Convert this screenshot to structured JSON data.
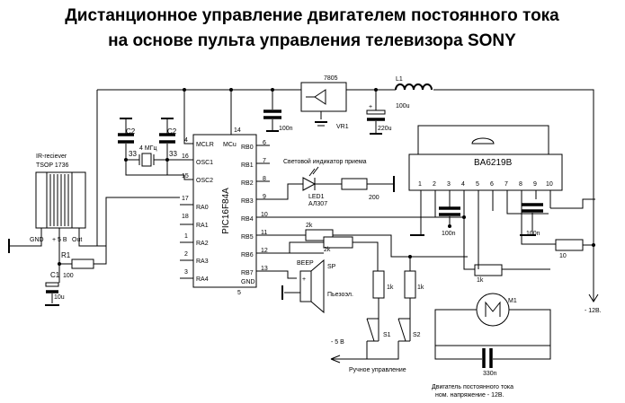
{
  "title": {
    "line1": "Дистанционное управление двигателем постоянного тока",
    "line2": "на основе пульта управления телевизора SONY"
  },
  "ir_receiver": {
    "name": "IR-reciever",
    "part": "TSOP 1736",
    "pin_gnd": "GND",
    "pin_vcc": "+ 5 В",
    "pin_out": "Out"
  },
  "mcu": {
    "name": "PIC16F84A",
    "pin_mclr": "MCLR",
    "pin_osc1": "OSC1",
    "pin_osc2": "OSC2",
    "pin_mcu": "MCu",
    "pin_gnd": "GND",
    "ra_pins": [
      "RA0",
      "RA1",
      "RA2",
      "RA3",
      "RA4"
    ],
    "rb_pins": [
      "RB0",
      "RB1",
      "RB2",
      "RB3",
      "RB4",
      "RB5",
      "RB6",
      "RB7"
    ],
    "left_numbers": [
      "4",
      "16",
      "15",
      "17",
      "18",
      "1",
      "2",
      "3"
    ],
    "right_numbers": [
      "6",
      "7",
      "8",
      "9",
      "10",
      "11",
      "12",
      "13"
    ],
    "top_number": "14",
    "bottom_number": "5"
  },
  "crystal": {
    "label": "4 МГц"
  },
  "caps": {
    "c2a": "C2",
    "c2a_val": "33",
    "c2b": "C2",
    "c2b_val": "33",
    "c1": "C1",
    "c1_val": "10u",
    "c_100n_top": "100n",
    "c_220u": "220u",
    "c_100n_a": "100n",
    "c_100n_b": "100n",
    "c_330n": "330n"
  },
  "resistors": {
    "r1": "R1",
    "r1_val": "100",
    "r_200": "200",
    "r_2k_a": "2k",
    "r_2k_b": "2k",
    "r_1k_a": "1k",
    "r_1k_b": "1k",
    "r_1k_c": "1k",
    "r_10": "10"
  },
  "regulator": {
    "name": "7805",
    "ref": "VR1"
  },
  "inductor": {
    "ref": "L1",
    "value": "100u"
  },
  "driver": {
    "name": "BA6219B",
    "pins": [
      "1",
      "2",
      "3",
      "4",
      "5",
      "6",
      "7",
      "8",
      "9",
      "10"
    ]
  },
  "led": {
    "caption": "Световой индикатор приема",
    "ref": "LED1",
    "part": "АЛ307"
  },
  "beeper": {
    "label": "BEEP",
    "ref": "SP",
    "part": "Пьезоэл."
  },
  "switches": {
    "s1": "S1",
    "s2": "S2"
  },
  "motor": {
    "ref": "M1",
    "caption_line1": "Двигатель постоянного тока",
    "caption_line2": "ном. напряжение - 12В."
  },
  "rails": {
    "minus5": "- 5 В",
    "minus12": "- 12В.",
    "manual": "Ручное управление"
  }
}
